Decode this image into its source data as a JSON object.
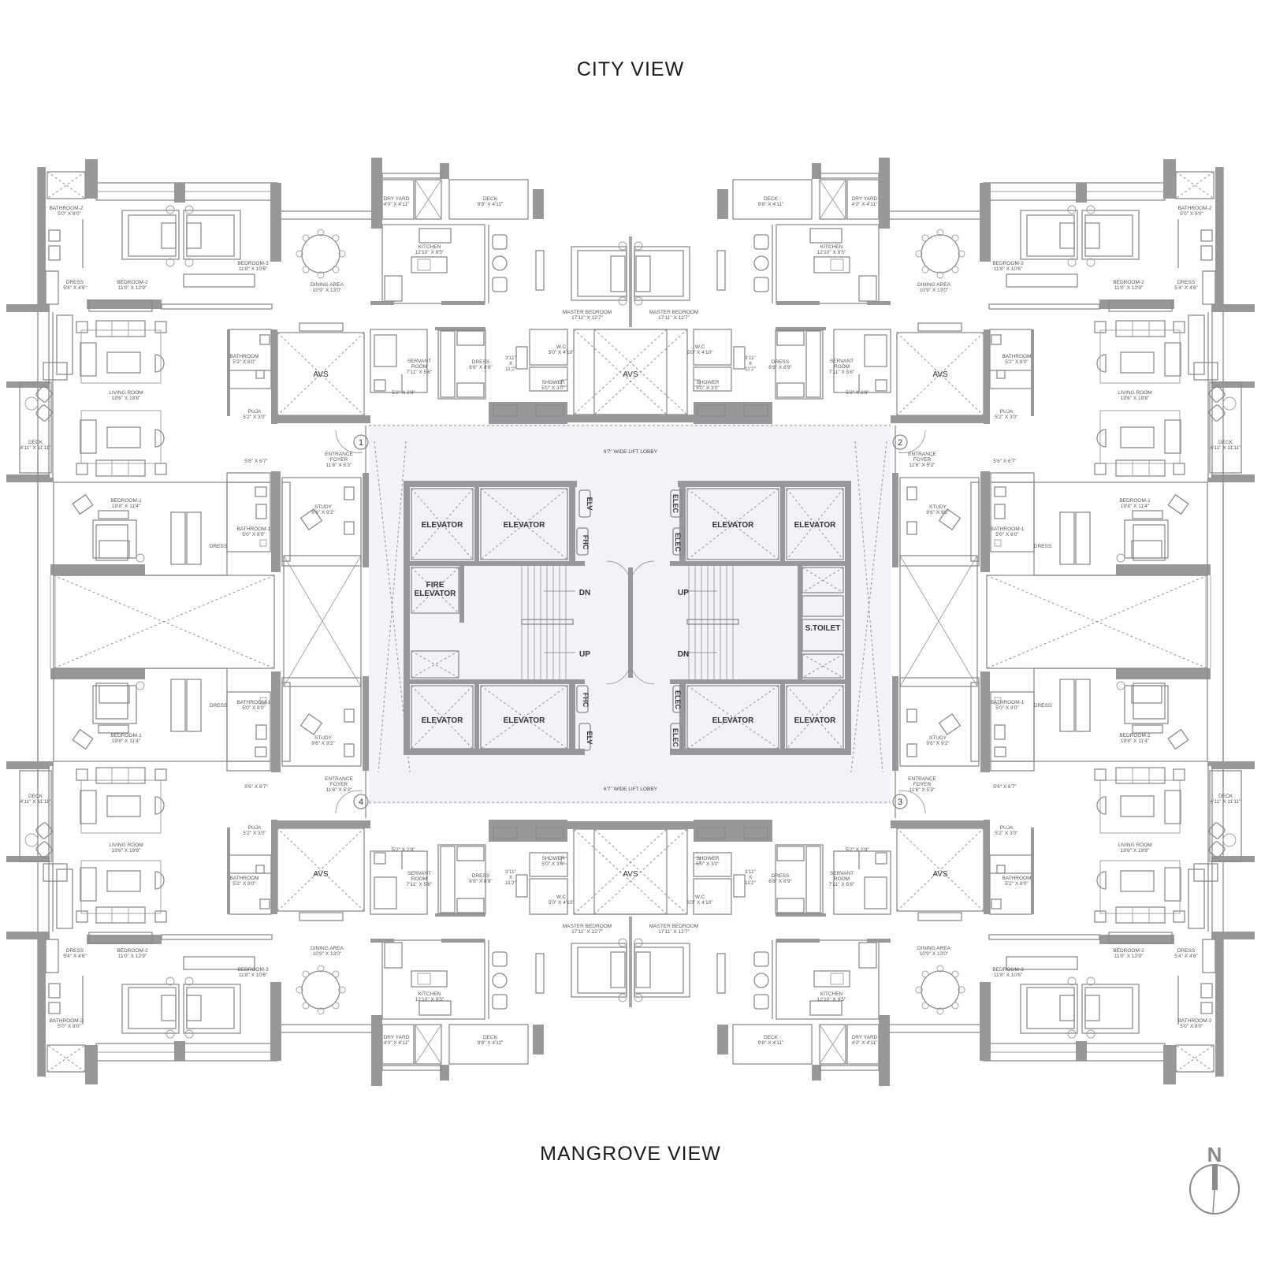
{
  "views": {
    "top": "CITY VIEW",
    "bottom": "MANGROVE VIEW"
  },
  "compass": {
    "label": "N"
  },
  "lobby": {
    "top": "6'7\" WIDE LIFT LOBBY",
    "bottom": "6'7\" WIDE LIFT LOBBY"
  },
  "core": {
    "elevator": "ELEVATOR",
    "fire_elevator_1": "FIRE",
    "fire_elevator_2": "ELEVATOR",
    "elv": "ELV",
    "fhc": "FHC",
    "elec": "ELEC",
    "stoilet": "S.TOILET",
    "up": "UP",
    "dn": "DN",
    "avs": "AVS"
  },
  "units": [
    {
      "number": "1",
      "rooms": {
        "bathroom2": [
          "BATHROOM-2",
          "5'0\" X 8'0\""
        ],
        "dress_small": [
          "DRESS",
          "5'4\" X 4'6\""
        ],
        "bedroom2": [
          "BEDROOM-2",
          "11'0\" X 13'9\""
        ],
        "bedroom3": [
          "BEDROOM-3",
          "11'8\" X 10'6\""
        ],
        "dining": [
          "DINING AREA",
          "10'9\" X 13'0\""
        ],
        "dry_yard": [
          "DRY YARD",
          "4'0\" X 4'11\""
        ],
        "deck_top": [
          "DECK",
          "9'8\" X 4'11\""
        ],
        "kitchen": [
          "KITCHEN",
          "12'10\" X 9'5\""
        ],
        "master": [
          "MASTER BEDROOM",
          "17'11\" X 12'7\""
        ],
        "living": [
          "LIVING ROOM",
          "19'6\" X 19'8\""
        ],
        "deck_side": [
          "DECK",
          "4'11\" X 11'11\""
        ],
        "bathroom": [
          "BATHROOM",
          "5'2\" X 8'0\""
        ],
        "puja": [
          "PUJA",
          "5'2\" X 3'0\""
        ],
        "servant": [
          "SERVANT",
          "ROOM",
          "7'11\" X 5'6\""
        ],
        "servant_wc": "5'2\" X 2'8\"",
        "dress_master": [
          "DRESS",
          "6'8\" X 8'9\""
        ],
        "vanity": [
          "3'11\"",
          "X",
          "11'2\""
        ],
        "wc": [
          "W.C",
          "5'0\" X 4'10\""
        ],
        "shower": [
          "SHOWER",
          "5'0\" X 3'0\""
        ],
        "foyer": [
          "ENTRANCE",
          "FOYER",
          "11'6\" X 5'3\""
        ],
        "passage": "5'6\" X 6'7\"",
        "study": [
          "STUDY",
          "9'6\" X 9'2\""
        ],
        "bedroom1": [
          "BEDROOM-1",
          "19'8\" X 11'4\""
        ],
        "bathroom1": [
          "BATHROOM-1",
          "5'0\" X 8'0\""
        ],
        "dress_b1": "DRESS"
      }
    },
    {
      "number": "2"
    },
    {
      "number": "3"
    },
    {
      "number": "4"
    }
  ]
}
